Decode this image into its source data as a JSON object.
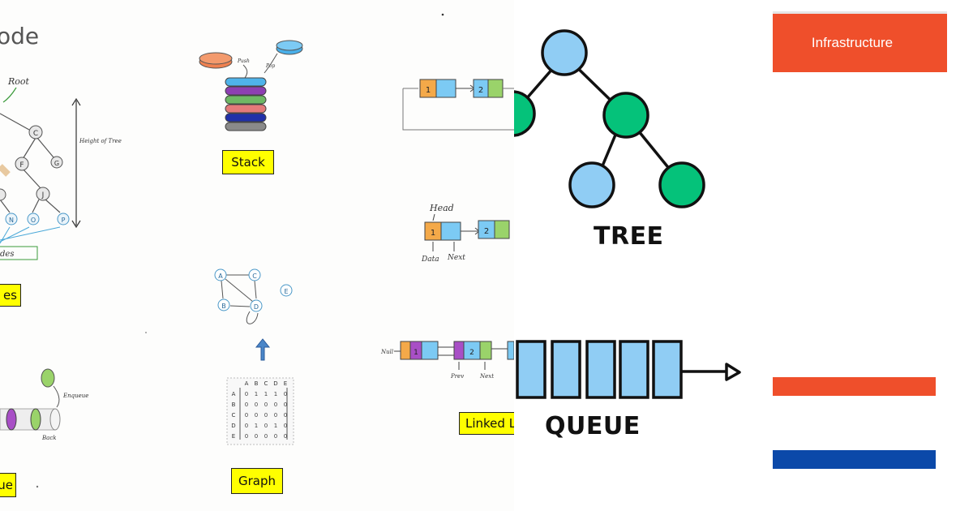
{
  "left": {
    "title_fragment": "ode",
    "tree": {
      "root_note": "Root",
      "height_note": "Height of Tree",
      "nodes": {
        "c": "C",
        "f": "F",
        "g": "G",
        "j": "J",
        "n": "N",
        "o": "O",
        "p": "P"
      },
      "leaf_note": "des",
      "label": "es"
    },
    "stack": {
      "label": "Stack",
      "push_note": "Push",
      "pop_note": "Pop"
    },
    "linked_list": {
      "circular": {
        "node1": "1",
        "node2": "2"
      },
      "singly": {
        "head_note": "Head",
        "node1": "1",
        "node2": "2",
        "data_note": "Data",
        "next_note": "Next"
      },
      "doubly": {
        "null_note": "Null",
        "node1": "1",
        "node2": "2",
        "prev_note": "Prev",
        "next_note": "Next"
      },
      "label": "Linked L"
    },
    "graph": {
      "nodes": {
        "a": "A",
        "b": "B",
        "c": "C",
        "d": "D",
        "e": "E"
      },
      "matrix_cols": [
        "A",
        "B",
        "C",
        "D",
        "E"
      ],
      "matrix_rows": [
        {
          "label": "A",
          "cells": [
            "0",
            "1",
            "1",
            "1",
            "0"
          ]
        },
        {
          "label": "B",
          "cells": [
            "0",
            "0",
            "0",
            "0",
            "0"
          ]
        },
        {
          "label": "C",
          "cells": [
            "0",
            "0",
            "0",
            "0",
            "0"
          ]
        },
        {
          "label": "D",
          "cells": [
            "0",
            "1",
            "0",
            "1",
            "0"
          ]
        },
        {
          "label": "E",
          "cells": [
            "0",
            "0",
            "0",
            "0",
            "0"
          ]
        }
      ],
      "label": "Graph"
    },
    "queue": {
      "enqueue_note": "Enqueue",
      "back_note": "Back",
      "label": "ue"
    }
  },
  "center": {
    "tree_label": "TREE",
    "queue_label": "QUEUE"
  },
  "right": {
    "infra_label": "Infrastructure"
  },
  "colors": {
    "orange": "#ef4f2b",
    "blue_bar": "#0b49a9",
    "node_blue": "#90cdf4",
    "node_green": "#05c27a"
  }
}
